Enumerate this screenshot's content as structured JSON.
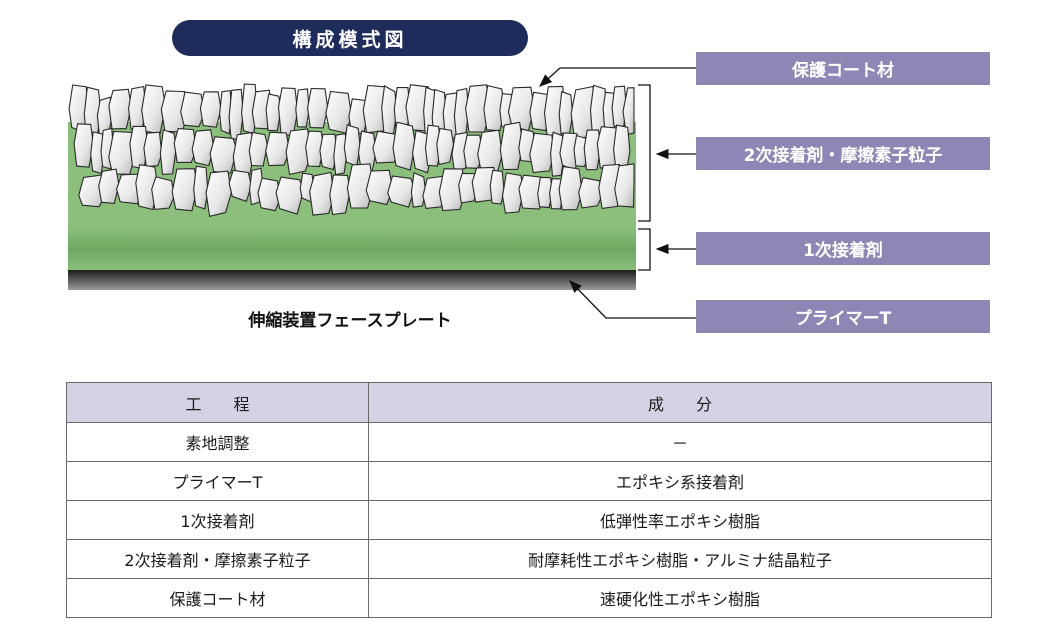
{
  "title": "構成模式図",
  "plate_caption": "伸縮装置フェースプレート",
  "callouts": [
    "保護コート材",
    "2次接着剤・摩擦素子粒子",
    "1次接着剤",
    "プライマーT"
  ],
  "table": {
    "headers": [
      "工　　程",
      "成　　分"
    ],
    "rows": [
      [
        "素地調整",
        "－"
      ],
      [
        "プライマーT",
        "エポキシ系接着剤"
      ],
      [
        "1次接着剤",
        "低弾性率エポキシ樹脂"
      ],
      [
        "2次接着剤・摩擦素子粒子",
        "耐摩耗性エポキシ樹脂・アルミナ結晶粒子"
      ],
      [
        "保護コート材",
        "速硬化性エポキシ樹脂"
      ]
    ]
  },
  "colors": {
    "title_bg": "#1e2c5c",
    "callout_bg": "#8c87b4",
    "green_layer": "#7fb470",
    "header_bg": "#d4d3e6",
    "plate": "#4a4a4a"
  }
}
